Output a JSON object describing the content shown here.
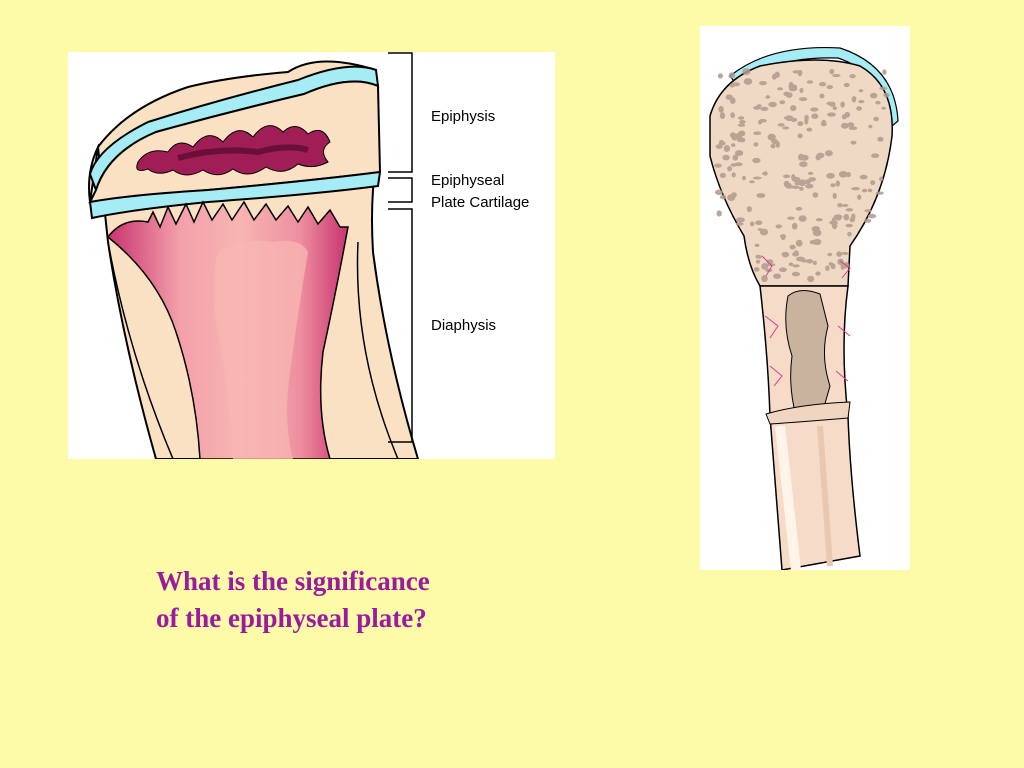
{
  "left_figure": {
    "labels": {
      "epiphysis": "Epiphysis",
      "plate_line1": "Epiphyseal",
      "plate_line2": "Plate Cartilage",
      "diaphysis": "Diaphysis"
    },
    "colors": {
      "bone": "#fbe1c4",
      "cartilage": "#a6ecf4",
      "marrow_dark": "#cc3d7c",
      "marrow_light": "#f7a8a8",
      "ossification": "#a01e55"
    }
  },
  "question": {
    "line1": "What is the significance",
    "line2": "of the epiphyseal plate?"
  }
}
